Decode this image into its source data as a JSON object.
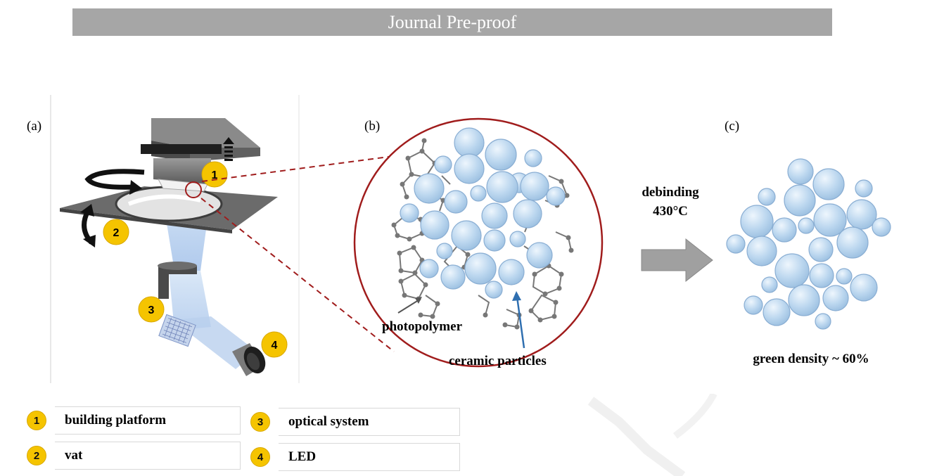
{
  "header": {
    "banner_text": "Journal Pre-proof"
  },
  "figure": {
    "panel_a": {
      "label": "(a)",
      "badges": [
        "1",
        "2",
        "3",
        "4"
      ]
    },
    "panel_b": {
      "label": "(b)",
      "photopolymer_label": "photopolymer",
      "ceramic_label": "ceramic particles"
    },
    "arrow_text": {
      "line1": "debinding",
      "line2": "430°C"
    },
    "panel_c": {
      "label": "(c)",
      "caption": "green density ~ 60%"
    },
    "legend": [
      {
        "num": "1",
        "label": "building platform"
      },
      {
        "num": "2",
        "label": "vat"
      },
      {
        "num": "3",
        "label": "optical system"
      },
      {
        "num": "4",
        "label": "LED"
      }
    ],
    "colors": {
      "badge_yellow": "#f5c400",
      "particle_fill": "#bcd7ef",
      "circle_outline": "#a01c1c",
      "arrow_grey": "#a0a0a0",
      "pointer_blue": "#2f6fb0",
      "banner_grey": "#a6a6a6"
    }
  }
}
